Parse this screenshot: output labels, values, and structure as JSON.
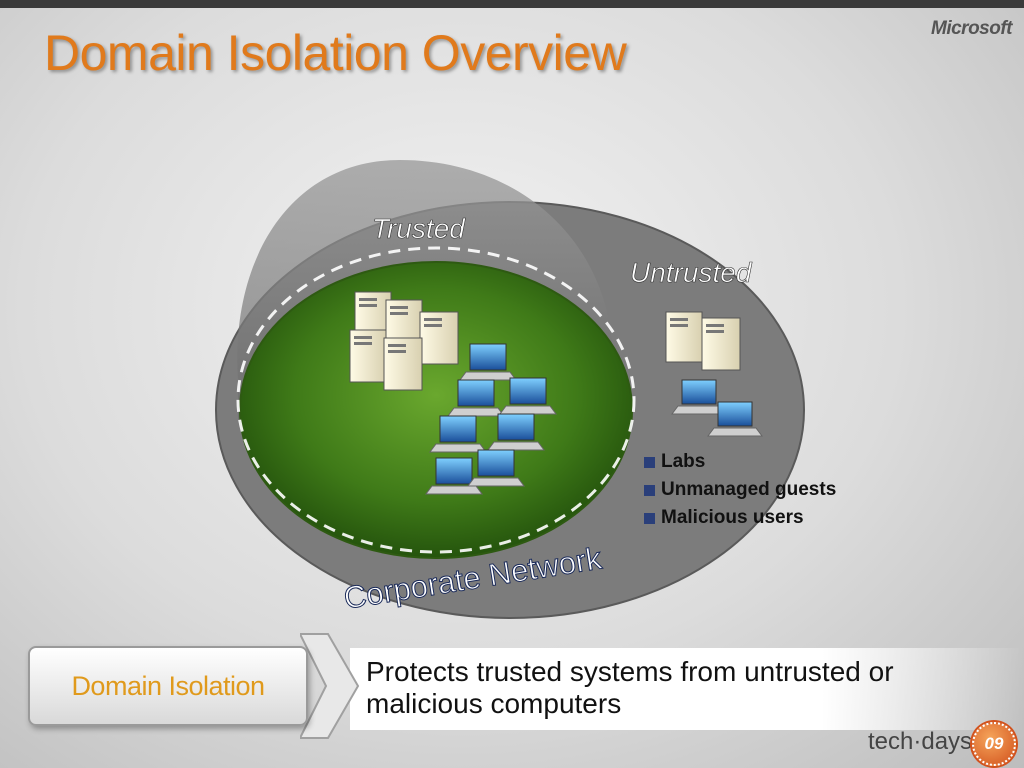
{
  "slide": {
    "title": "Domain Isolation Overview",
    "brand": "Microsoft",
    "footer_brand": "tech·days",
    "footer_badge": "09"
  },
  "diagram": {
    "trusted_label": "Trusted",
    "untrusted_label": "Untrusted",
    "network_label": "Corporate Network",
    "untrusted_items": [
      "Labs",
      "Unmanaged guests",
      "Malicious users"
    ]
  },
  "callout": {
    "label": "Domain Isolation",
    "description": "Protects trusted systems from untrusted or malicious computers"
  },
  "colors": {
    "title": "#e07a1c",
    "callout_label": "#e09a1c",
    "bullet": "#2a3f7a",
    "trusted_fill": "#4a8a1a"
  },
  "icons": {
    "server": "server-icon",
    "laptop": "laptop-icon",
    "dome": "dome-shape"
  }
}
